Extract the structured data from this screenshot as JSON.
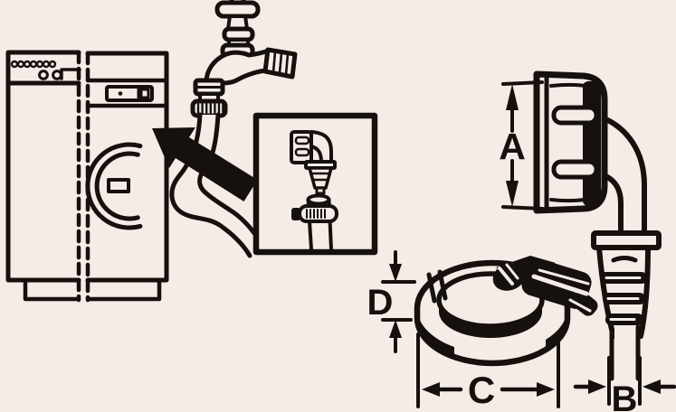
{
  "diagram": {
    "kind": "appliance-installation-line-drawing",
    "description": "Washing machine water inlet: tap with hose connector, connection detail inset, angle hose connector with dimensions A and B, hose clamp with dimensions C and D"
  },
  "colors": {
    "background": "#f5ece8",
    "ink": "#17110d"
  },
  "labels": {
    "dim_a": "A",
    "dim_b": "B",
    "dim_c": "C",
    "dim_d": "D"
  },
  "figures": [
    "washing-machine-pair",
    "water-tap",
    "tap-hose-connector",
    "inlet-hose",
    "direction-arrow",
    "connection-detail-inset",
    "angle-hose-connector",
    "hose-clamp"
  ]
}
